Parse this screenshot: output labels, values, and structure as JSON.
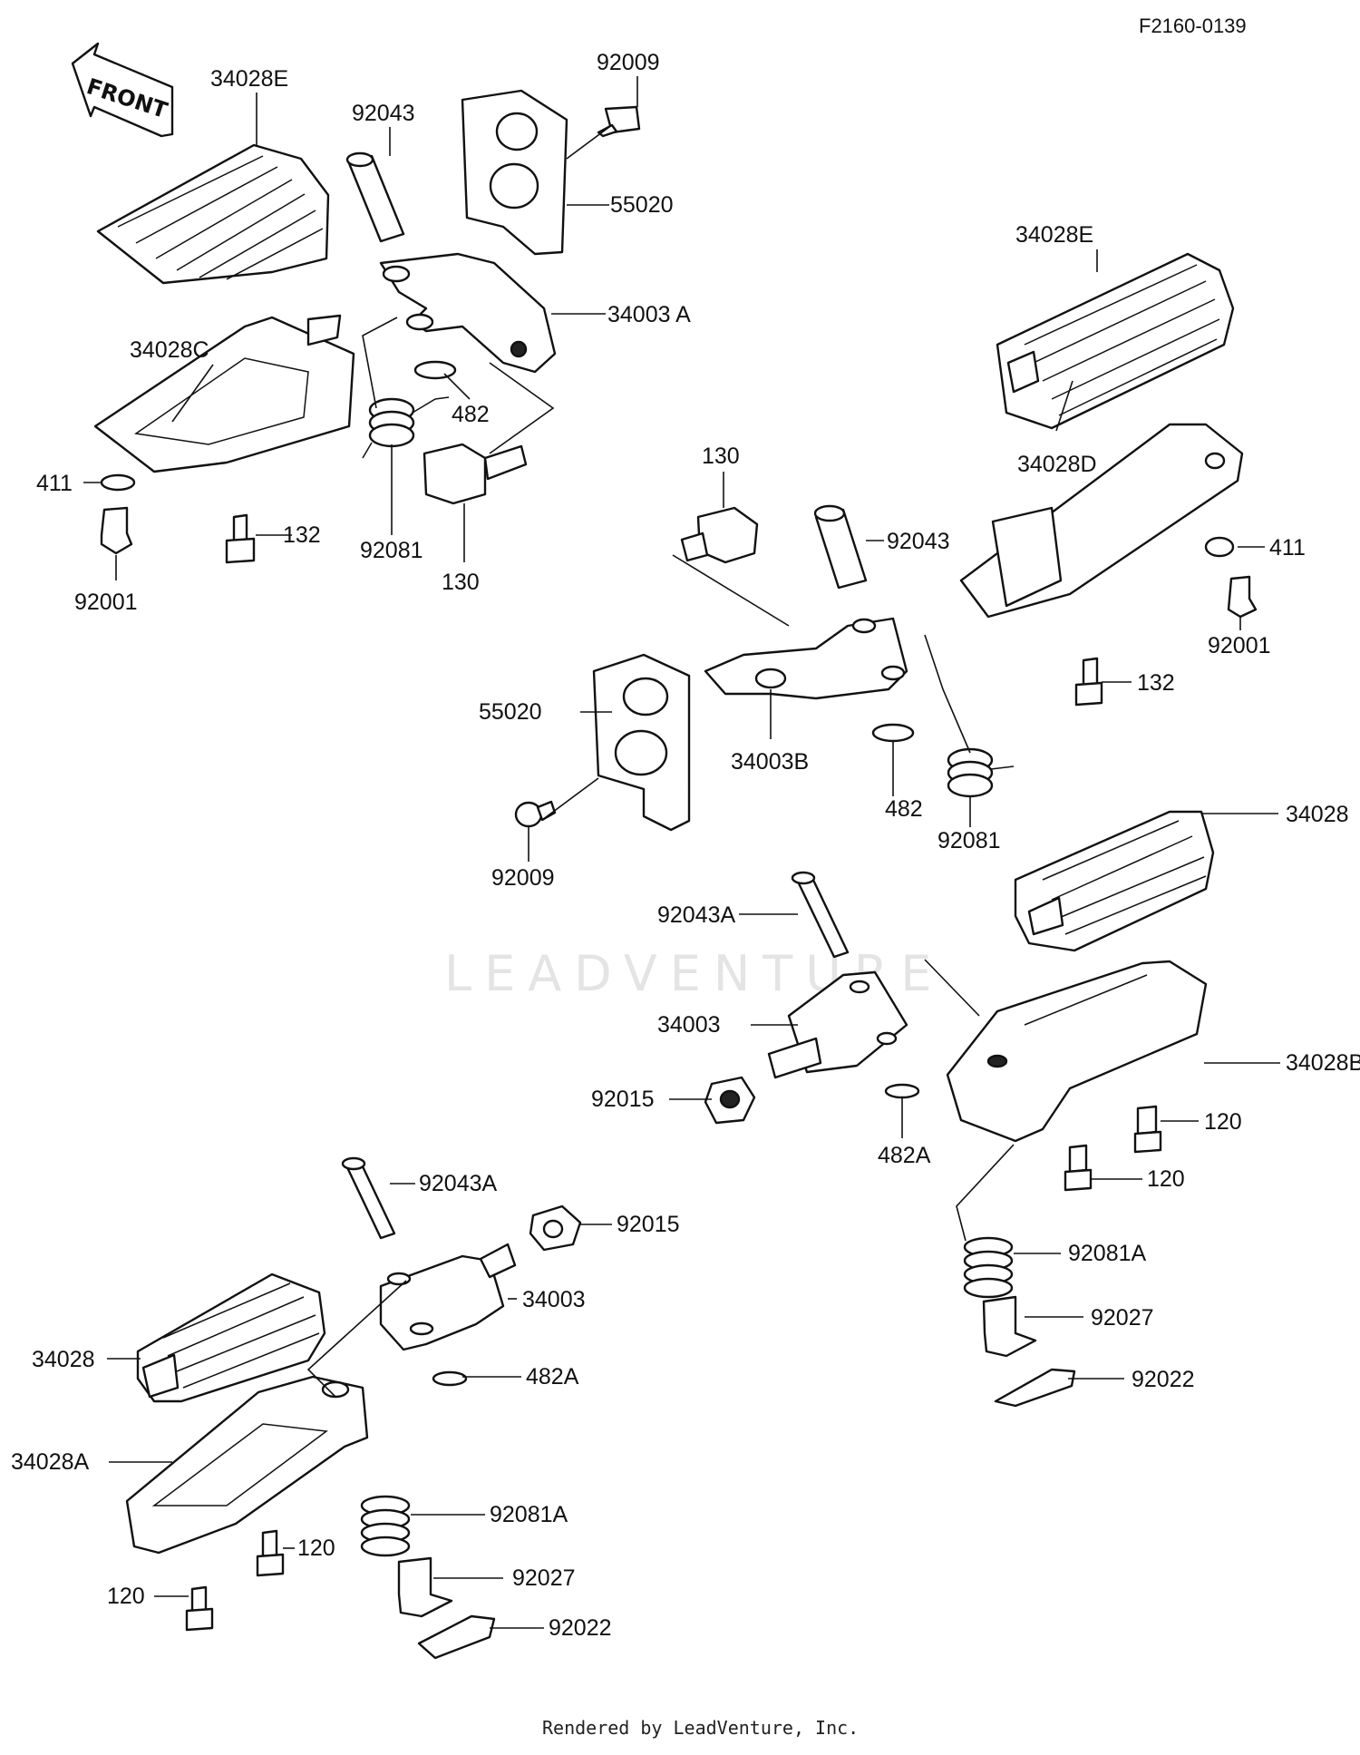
{
  "diagram": {
    "code": "F2160-0139",
    "front_label": "FRONT",
    "watermark": "LEADVENTURE",
    "footer": "Rendered by LeadVenture, Inc.",
    "labels": [
      "34028E",
      "92043",
      "92009",
      "55020",
      "34003 A",
      "34028C",
      "482",
      "411",
      "92081",
      "130",
      "132",
      "92001",
      "34028E",
      "130",
      "92043",
      "34028D",
      "411",
      "92001",
      "132",
      "55020",
      "34003B",
      "482",
      "92081",
      "92009",
      "34028",
      "92043A",
      "34003",
      "34028B",
      "92015",
      "482A",
      "120",
      "120",
      "92081A",
      "92027",
      "92022",
      "92043A",
      "92015",
      "34003",
      "34028",
      "482A",
      "34028A",
      "92081A",
      "120",
      "120",
      "92027",
      "92022"
    ]
  }
}
